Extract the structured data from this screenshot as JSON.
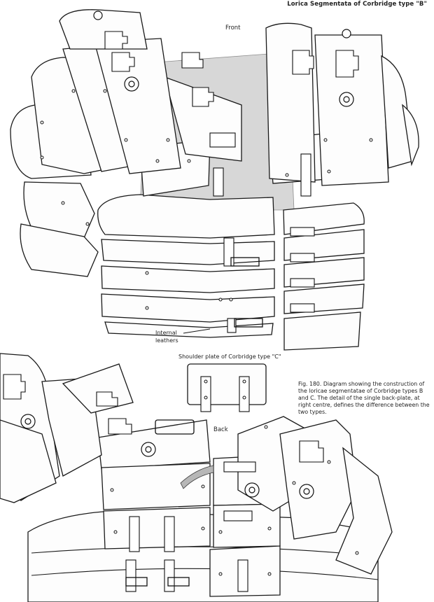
{
  "labels": {
    "title": "Lorica Segmentata of Corbridge type \"B\"",
    "front": "Front",
    "back": "Back",
    "internal_leathers": "Internal leathers",
    "shoulder_plate": "Shoulder plate of Corbridge type \"C\"",
    "caption": "Fig. 180. Diagram showing the construction of the loricae segmentatae of Corbridge types B and C. The detail of the single back-plate, at right centre, defines the difference between the two types."
  }
}
